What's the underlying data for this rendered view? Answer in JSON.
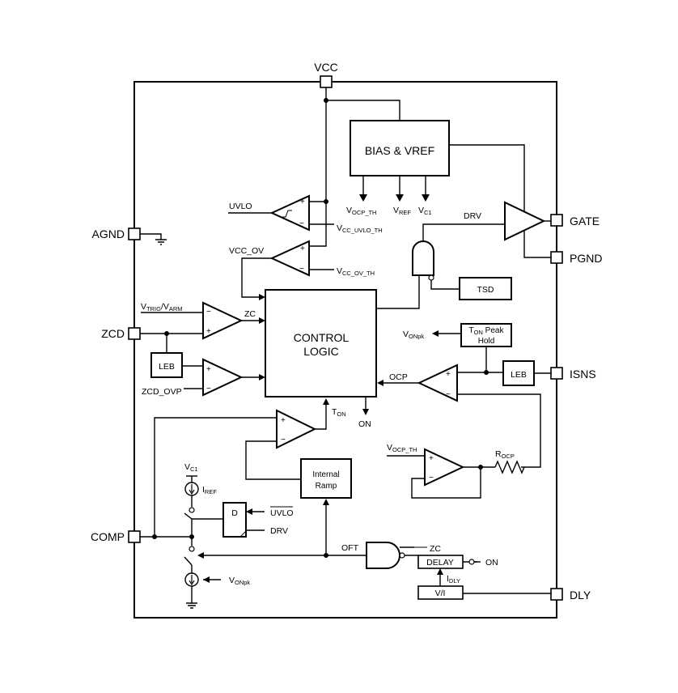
{
  "pins": {
    "vcc": "VCC",
    "agnd": "AGND",
    "zcd": "ZCD",
    "comp": "COMP",
    "gate": "GATE",
    "pgnd": "PGND",
    "isns": "ISNS",
    "dly": "DLY"
  },
  "blocks": {
    "bias_vref": "BIAS & VREF",
    "control_logic_1": "CONTROL",
    "control_logic_2": "LOGIC",
    "tsd": "TSD",
    "leb": "LEB",
    "ton_peak_hold_1": "T",
    "ton_peak_hold_sub": "ON",
    "ton_peak_hold_2": " Peak",
    "ton_peak_hold_3": "Hold",
    "internal_ramp_1": "Internal",
    "internal_ramp_2": "Ramp",
    "delay": "DELAY",
    "vi": "V/I",
    "d_flipflop": "D"
  },
  "signals": {
    "uvlo": "UVLO",
    "vcc_ov": "VCC_OV",
    "vcc_uvlo_th": {
      "main": "V",
      "sub": "CC_UVLO_TH"
    },
    "vcc_ov_th": {
      "main": "V",
      "sub": "CC_OV_TH"
    },
    "vocp_th_bias": {
      "main": "V",
      "sub": "OCP_TH"
    },
    "vref": {
      "main": "V",
      "sub": "REF"
    },
    "vc1_bias": {
      "main": "V",
      "sub": "C1"
    },
    "drv_top": "DRV",
    "vtrig_varm": {
      "a": "V",
      "a_sub": "TRIG",
      "b": "/V",
      "b_sub": "ARM"
    },
    "zc_comp": "ZC",
    "zcd_ovp": "ZCD_OVP",
    "vonpk_hold": {
      "main": "V",
      "sub": "ONpk"
    },
    "ocp": "OCP",
    "ton": {
      "main": "T",
      "sub": "ON"
    },
    "on_out": "ON",
    "vocp_th_amp": {
      "main": "V",
      "sub": "OCP_TH"
    },
    "rocp": {
      "main": "R",
      "sub": "OCP"
    },
    "vc1_src": {
      "main": "V",
      "sub": "C1"
    },
    "iref": {
      "main": "I",
      "sub": "REF"
    },
    "uvlo_bar": "UVLO",
    "drv_ff": "DRV",
    "oft": "OFT",
    "zc_gate": "ZC",
    "on_delay": "ON",
    "idly": {
      "main": "I",
      "sub": "DLY"
    },
    "vonpk_src": {
      "main": "V",
      "sub": "ONpk"
    }
  }
}
